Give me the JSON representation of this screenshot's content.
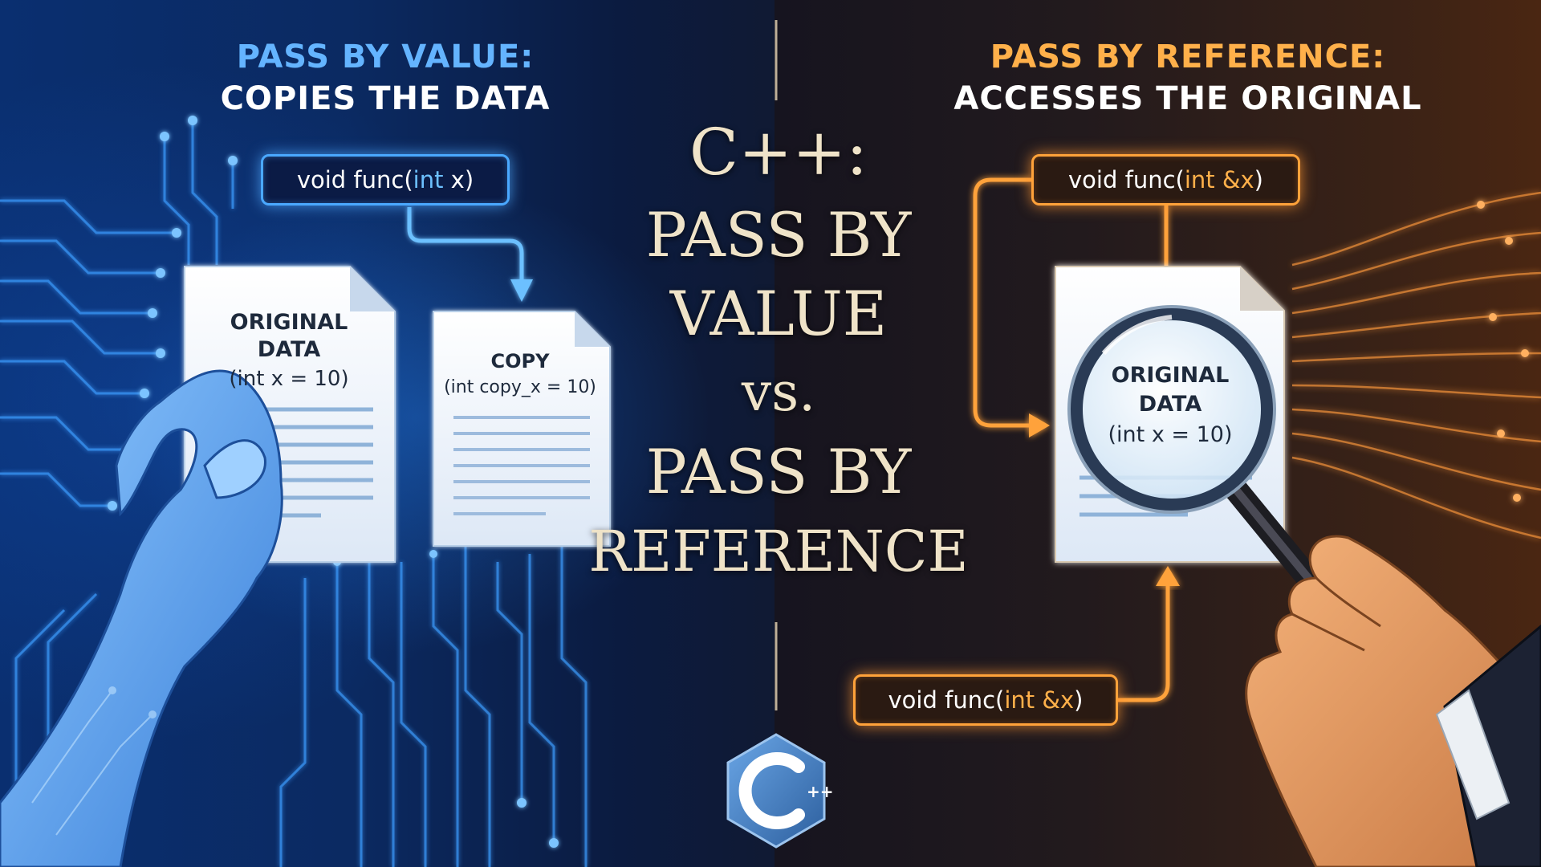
{
  "left_panel": {
    "heading_line1": "PASS BY VALUE:",
    "heading_line2": "COPIES THE DATA",
    "code_prefix": "void func(",
    "code_highlight": "int",
    "code_suffix": " x)",
    "original_doc": {
      "title_line1": "ORIGINAL",
      "title_line2": "DATA",
      "subtitle": "(int x = 10)"
    },
    "copy_doc": {
      "title": "COPY",
      "subtitle": "(int copy_x = 10)"
    }
  },
  "right_panel": {
    "heading_line1": "PASS BY REFERENCE:",
    "heading_line2": "ACCESSES THE ORIGINAL",
    "code_top": {
      "prefix": "void func(",
      "highlight": "int &x",
      "suffix": ")"
    },
    "code_bottom": {
      "prefix": "void func(",
      "highlight": "int &x",
      "suffix": ")"
    },
    "original_doc": {
      "title_line1": "ORIGINAL",
      "title_line2": "DATA",
      "subtitle": "(int x = 10)"
    }
  },
  "center_title": {
    "line1": "C++:",
    "line2": "PASS BY",
    "line3": "VALUE",
    "line4": "vs.",
    "line5": "PASS BY",
    "line6": "REFERENCE"
  },
  "logo": {
    "text": "C",
    "superscript": "++"
  },
  "colors": {
    "left_accent": "#4aa8ff",
    "right_accent": "#ffa23a",
    "title_color": "#efe3c8",
    "left_bg": "#0a2f70",
    "right_bg": "#3a2216"
  },
  "icons": [
    "hand-icon",
    "document-icon",
    "magnifying-glass-icon",
    "circuit-lines",
    "cpp-logo"
  ]
}
